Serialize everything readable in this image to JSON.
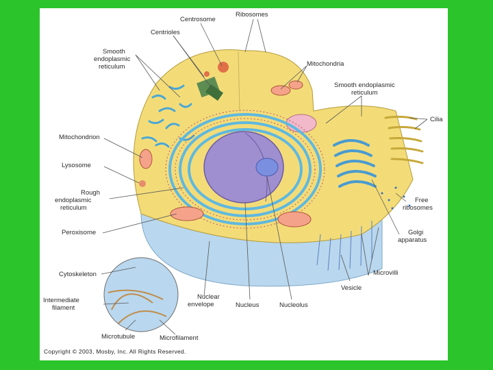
{
  "labels": {
    "centrosome": "Centrosome",
    "ribosomes": "Ribosomes",
    "centrioles": "Centrioles",
    "smooth_er_left": [
      "Smooth",
      "endoplasmic",
      "reticulum"
    ],
    "mitochondria": "Mitochondria",
    "smooth_er_right": [
      "Smooth endoplasmic",
      "reticulum"
    ],
    "cilia": "Cilia",
    "mitochondrion": "Mitochondrion",
    "lysosome": "Lysosome",
    "rough_er": [
      "Rough",
      "endoplasmic",
      "reticulum"
    ],
    "free_ribosomes": [
      "Free",
      "ribosomes"
    ],
    "peroxisome": "Peroxisome",
    "golgi": [
      "Golgi",
      "apparatus"
    ],
    "cytoskeleton": "Cytoskeleton",
    "microvilli": "Microvilli",
    "intermediate_filament": [
      "Intermediate",
      "filament"
    ],
    "nuclear_envelope": [
      "Nuclear",
      "envelope"
    ],
    "nucleus": "Nucleus",
    "nucleolus": "Nucleolus",
    "vesicle": "Vesicle",
    "microtubule": "Microtubule",
    "microfilament": "Microfilament"
  },
  "copyright": "Copyright © 2003, Mosby, Inc. All Rights Reserved.",
  "colors": {
    "background": "#2bc42b",
    "panel": "#ffffff",
    "cytoplasm": "#f3dc78",
    "membrane_base": "#b9d7ee",
    "nucleus": "#9f8fd0",
    "er": "#5fb8e0"
  }
}
